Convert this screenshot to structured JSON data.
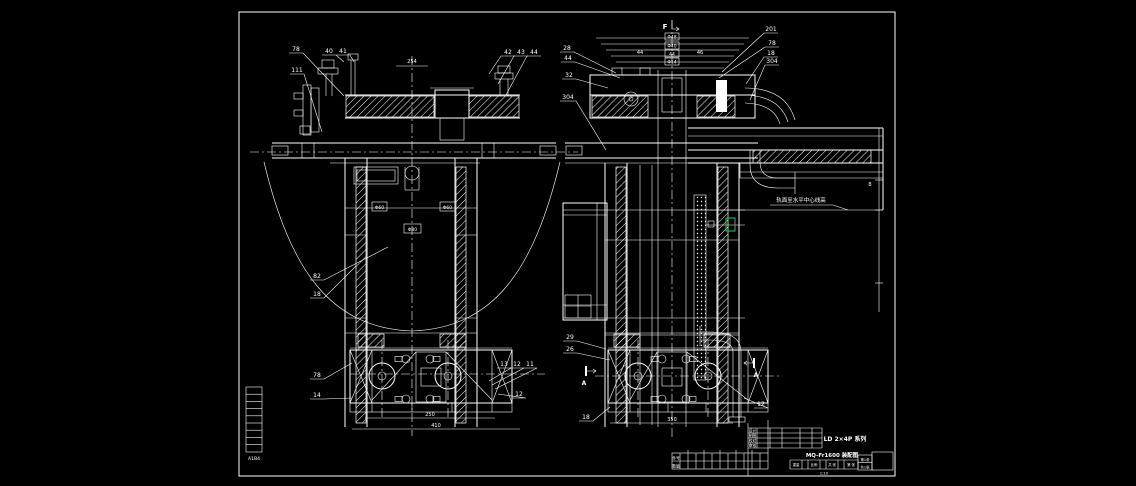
{
  "canvas": {
    "background": "#000000",
    "line_color": "#ffffff",
    "selection_green": "#00dd44",
    "selection_magenta": "#ff33cc"
  },
  "views": {
    "left": {
      "name": "front-section-view"
    },
    "right": {
      "name": "side-section-view",
      "view_label": "F"
    }
  },
  "callouts": {
    "lv_top": [
      "78",
      "111",
      "40",
      "41",
      "42",
      "43",
      "44"
    ],
    "lv_mid": [
      "82",
      "18"
    ],
    "lv_bl": [
      "78",
      "14"
    ],
    "lv_br": [
      "13",
      "12",
      "11",
      "12"
    ],
    "rv_left": [
      "28",
      "44",
      "32",
      "304"
    ],
    "rv_right": [
      "201",
      "78",
      "18",
      "304"
    ],
    "rv_bl": [
      "29",
      "26"
    ],
    "rv_b": [
      "18",
      "12"
    ]
  },
  "dimensions": {
    "lv_top": "254",
    "lv_shaft": [
      "Φ60",
      "Φ80",
      "Φ60"
    ],
    "lv_base": [
      "250",
      "410"
    ],
    "rv_stack": [
      "Φ48",
      "Φ40",
      "44",
      "Φ14"
    ],
    "rv_side": [
      "44",
      "46"
    ],
    "rv_base": "350",
    "rv_right": "8"
  },
  "annotations": {
    "pipe_note": "轨面至水平中心线高",
    "section_a": "A"
  },
  "side_strip": {
    "label": "A1B4"
  },
  "parts_strip": {
    "row_labels": [
      "件号",
      "数量"
    ]
  },
  "title_block": {
    "series": "LD 2×4P 系列",
    "drawing_title": "MQ-Fr1600 装配图",
    "approval_rows": [
      "设计",
      "制图",
      "校对",
      "审核"
    ],
    "info_cells": [
      "重量",
      "比例",
      "共 张",
      "第 张"
    ],
    "scale_value": "1:10",
    "sheet_cells": [
      "第1张",
      "共1张"
    ]
  }
}
